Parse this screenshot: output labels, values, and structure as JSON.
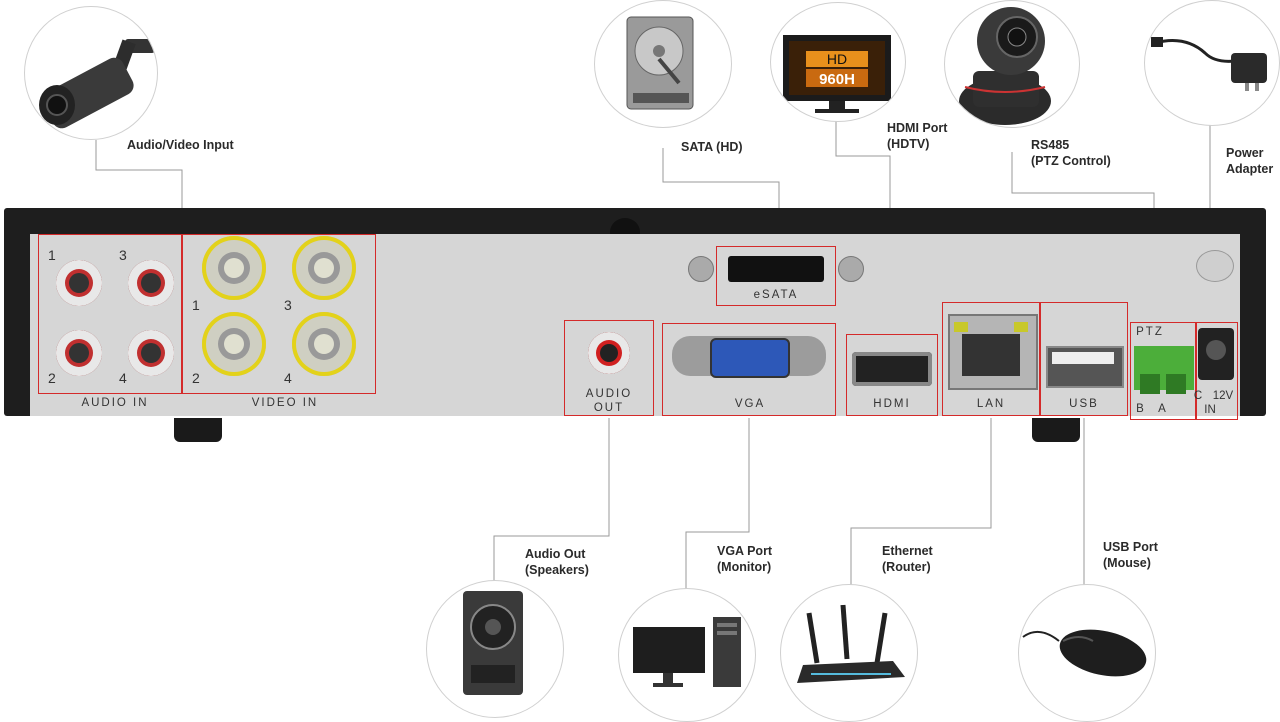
{
  "callouts": {
    "av_input": "Audio/Video Input",
    "sata": "SATA (HD)",
    "hdmi_port": [
      "HDMI Port",
      "(HDTV)"
    ],
    "rs485": [
      "RS485",
      "(PTZ Control)"
    ],
    "power": [
      "Power",
      "Adapter"
    ],
    "audio_out": [
      "Audio Out",
      "(Speakers)"
    ],
    "vga_port": [
      "VGA Port",
      "(Monitor)"
    ],
    "ethernet": [
      "Ethernet",
      "(Router)"
    ],
    "usb_port": [
      "USB Port",
      "(Mouse)"
    ]
  },
  "port_labels": {
    "audio_in": "AUDIO IN",
    "video_in": "VIDEO IN",
    "esata": "eSATA",
    "audio_out": [
      "AUDIO",
      "OUT"
    ],
    "vga": "VGA",
    "hdmi": "HDMI",
    "lan": "LAN",
    "usb": "USB",
    "ptz": "PTZ",
    "ptz_b": "B",
    "ptz_a": "A",
    "dc": "C",
    "dc_12v": "12V",
    "dc_in": "IN"
  },
  "channel_numbers": [
    "1",
    "3",
    "2",
    "4"
  ],
  "monitor_screen": {
    "line1": "HD",
    "line2": "960H"
  },
  "colors": {
    "highlight_box": "#d42a2a",
    "bnc_ring": "#e3d21a",
    "ptz_terminal": "#4cae3a",
    "panel": "#d6d6d6",
    "chassis": "#1e1e1e"
  },
  "icons": [
    "camera-icon",
    "hard-drive-icon",
    "hdtv-icon",
    "ptz-camera-icon",
    "power-adapter-icon",
    "speaker-icon",
    "computer-monitor-icon",
    "router-icon",
    "mouse-icon"
  ]
}
